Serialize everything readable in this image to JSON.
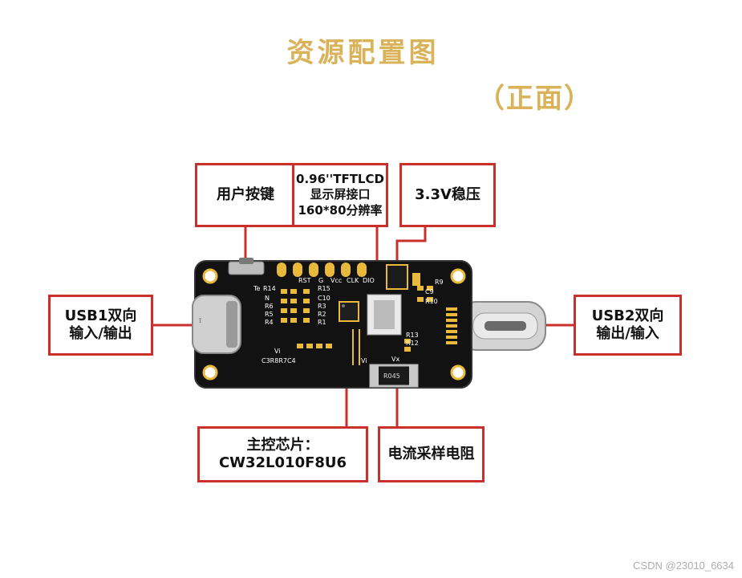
{
  "title": "资源配置图",
  "subtitle": "（正面）",
  "callouts": {
    "button": {
      "line1": "用户按键"
    },
    "lcd": {
      "line1": "0.96''TFTLCD",
      "line2": "显示屏接口",
      "line3": "160*80分辨率"
    },
    "ldo": {
      "line1": "3.3V稳压"
    },
    "usb1": {
      "line1": "USB1双向",
      "line2": "输入/输出"
    },
    "usb2": {
      "line1": "USB2双向",
      "line2": "输出/输入"
    },
    "mcu": {
      "line1": "主控芯片：",
      "line2": "CW32L010F8U6"
    },
    "shunt": {
      "line1": "电流采样电阻"
    }
  },
  "board_labels": {
    "rst": "RST",
    "g": "G",
    "vcc": "Vcc",
    "clk": "CLK",
    "dio": "DIO",
    "r14": "R14",
    "r15": "R15",
    "c10": "C10",
    "r3": "R3",
    "r2": "R2",
    "r1": "R1",
    "r6": "R6",
    "r5": "R5",
    "r4": "R4",
    "n": "N",
    "r9": "R9",
    "c9": "C9",
    "r10": "R10",
    "r13": "R13",
    "r12": "R12",
    "c3r8r7c4": "C3R8R7C4",
    "vi1": "Vi",
    "vi2": "Vi",
    "vx": "Vx",
    "r045": "R045",
    "te": "Te"
  },
  "colors": {
    "title": "#d9b25a",
    "callout_border": "#c9302c",
    "leader_line": "#c9302c",
    "pcb": "#121212",
    "pad_gold": "#e8b93a",
    "usb_metal": "#c8c8c8"
  },
  "watermark": "CSDN @23010_6634"
}
